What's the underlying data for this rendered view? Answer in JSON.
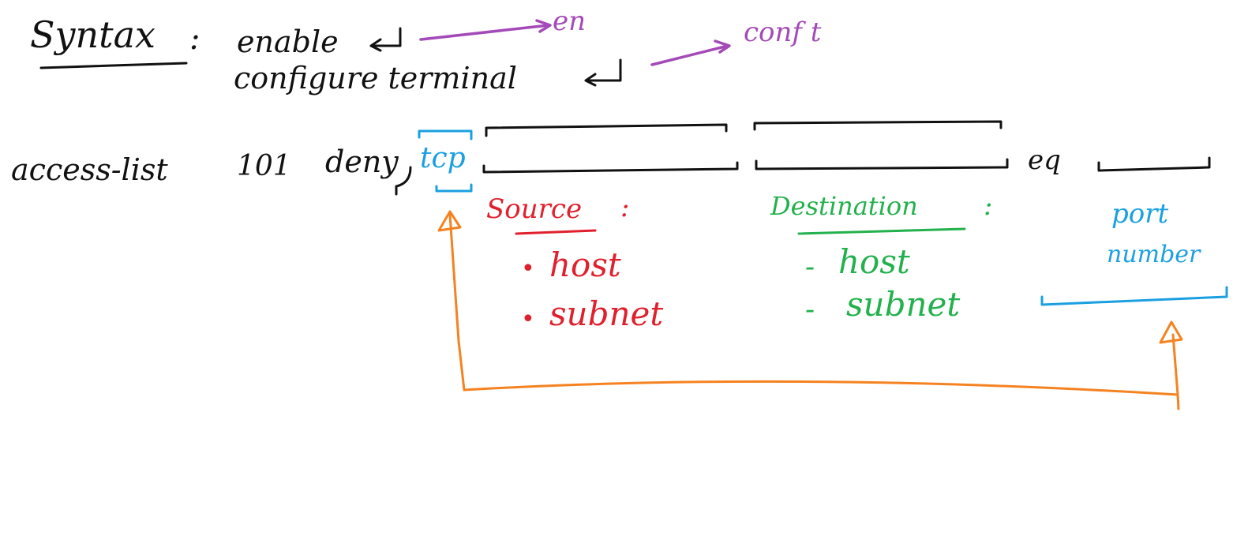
{
  "syntax_label": "Syntax",
  "syntax_colon": ":",
  "commands": [
    {
      "text": "enable",
      "abbreviation": "en"
    },
    {
      "text": "configure terminal",
      "abbreviation": "conf t"
    }
  ],
  "acl": {
    "keyword": "access-list",
    "number": "101",
    "action": "deny",
    "protocol": "tcp",
    "operator": "eq"
  },
  "source": {
    "title": "Source",
    "colon": ":",
    "bullet": "•",
    "options": [
      "host",
      "subnet"
    ]
  },
  "destination": {
    "title": "Destination",
    "colon": ":",
    "bullet": "-",
    "options": [
      "host",
      "subnet"
    ]
  },
  "port": {
    "line1": "port",
    "line2": "number"
  },
  "colors": {
    "ink": "#111111",
    "abbreviation": "#a44ab8",
    "protocol_and_port": "#1aa0e0",
    "source": "#e0202c",
    "destination": "#22b14c",
    "link_arrow": "#f58220"
  }
}
